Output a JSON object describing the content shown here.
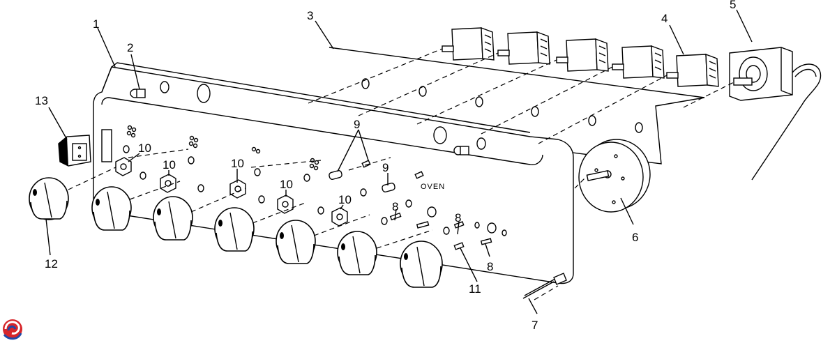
{
  "panel_label": "OVEN",
  "callouts": {
    "c1": "1",
    "c2": "2",
    "c3": "3",
    "c4": "4",
    "c5": "5",
    "c6": "6",
    "c7": "7",
    "c8a": "8",
    "c8b": "8",
    "c8c": "8",
    "c9a": "9",
    "c9b": "9",
    "c10a": "10",
    "c10b": "10",
    "c10c": "10",
    "c10d": "10",
    "c10e": "10",
    "c11": "11",
    "c12": "12",
    "c13": "13"
  },
  "colors": {
    "line": "#000000",
    "background": "#ffffff",
    "logo_red": "#d7262b",
    "logo_blue": "#1f4aa8"
  },
  "icons": {
    "logo": "brand-swirl-logo"
  }
}
